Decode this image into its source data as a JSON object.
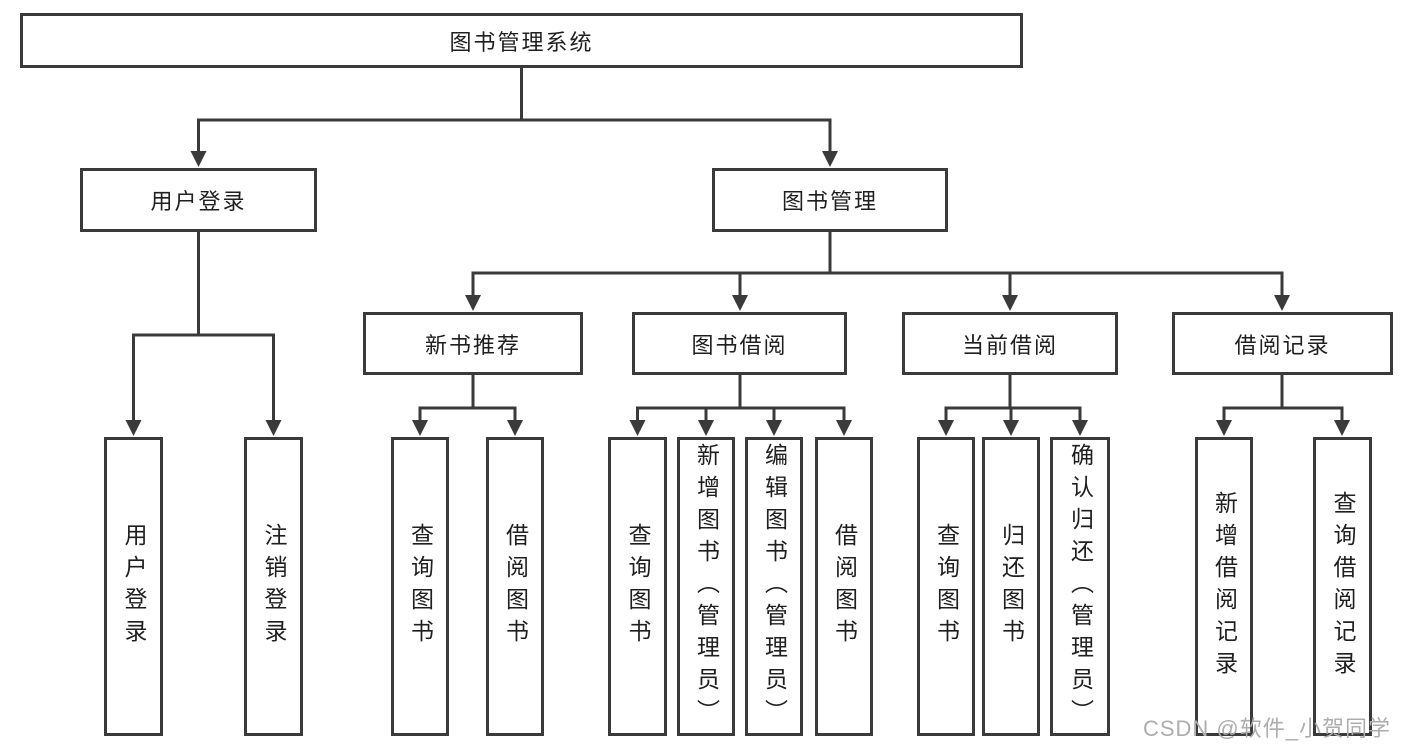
{
  "diagram": {
    "type": "tree",
    "title": "图书管理系统"
  },
  "nodes": {
    "root": {
      "label": "图书管理系统"
    },
    "user_login": {
      "label": "用户登录"
    },
    "book_mgmt": {
      "label": "图书管理"
    },
    "new_book_rec": {
      "label": "新书推荐"
    },
    "book_borrow": {
      "label": "图书借阅"
    },
    "current_borrow": {
      "label": "当前借阅"
    },
    "borrow_records": {
      "label": "借阅记录"
    },
    "ul_login": {
      "label": "用户登录"
    },
    "ul_logout": {
      "label": "注销登录"
    },
    "nb_query": {
      "label": "查询图书"
    },
    "nb_borrow": {
      "label": "借阅图书"
    },
    "bb_query": {
      "label": "查询图书"
    },
    "bb_add": {
      "label": "新增图书（管理员）"
    },
    "bb_edit": {
      "label": "编辑图书（管理员）"
    },
    "bb_borrow": {
      "label": "借阅图书"
    },
    "cb_query": {
      "label": "查询图书"
    },
    "cb_return": {
      "label": "归还图书"
    },
    "cb_confirm": {
      "label": "确认归还（管理员）"
    },
    "br_add": {
      "label": "新增借阅记录"
    },
    "br_query": {
      "label": "查询借阅记录"
    }
  },
  "hierarchy": [
    {
      "parent": "图书管理系统",
      "children": [
        "用户登录",
        "图书管理"
      ]
    },
    {
      "parent": "用户登录",
      "children": [
        "用户登录",
        "注销登录"
      ]
    },
    {
      "parent": "图书管理",
      "children": [
        "新书推荐",
        "图书借阅",
        "当前借阅",
        "借阅记录"
      ]
    },
    {
      "parent": "新书推荐",
      "children": [
        "查询图书",
        "借阅图书"
      ]
    },
    {
      "parent": "图书借阅",
      "children": [
        "查询图书",
        "新增图书（管理员）",
        "编辑图书（管理员）",
        "借阅图书"
      ]
    },
    {
      "parent": "当前借阅",
      "children": [
        "查询图书",
        "归还图书",
        "确认归还（管理员）"
      ]
    },
    {
      "parent": "借阅记录",
      "children": [
        "新增借阅记录",
        "查询借阅记录"
      ]
    }
  ],
  "watermark": {
    "text": "CSDN @软件_小贺同学"
  },
  "colors": {
    "line": "#3a3a3a",
    "text": "#1f1f1f",
    "background": "#ffffff",
    "watermark": "#adadad"
  }
}
